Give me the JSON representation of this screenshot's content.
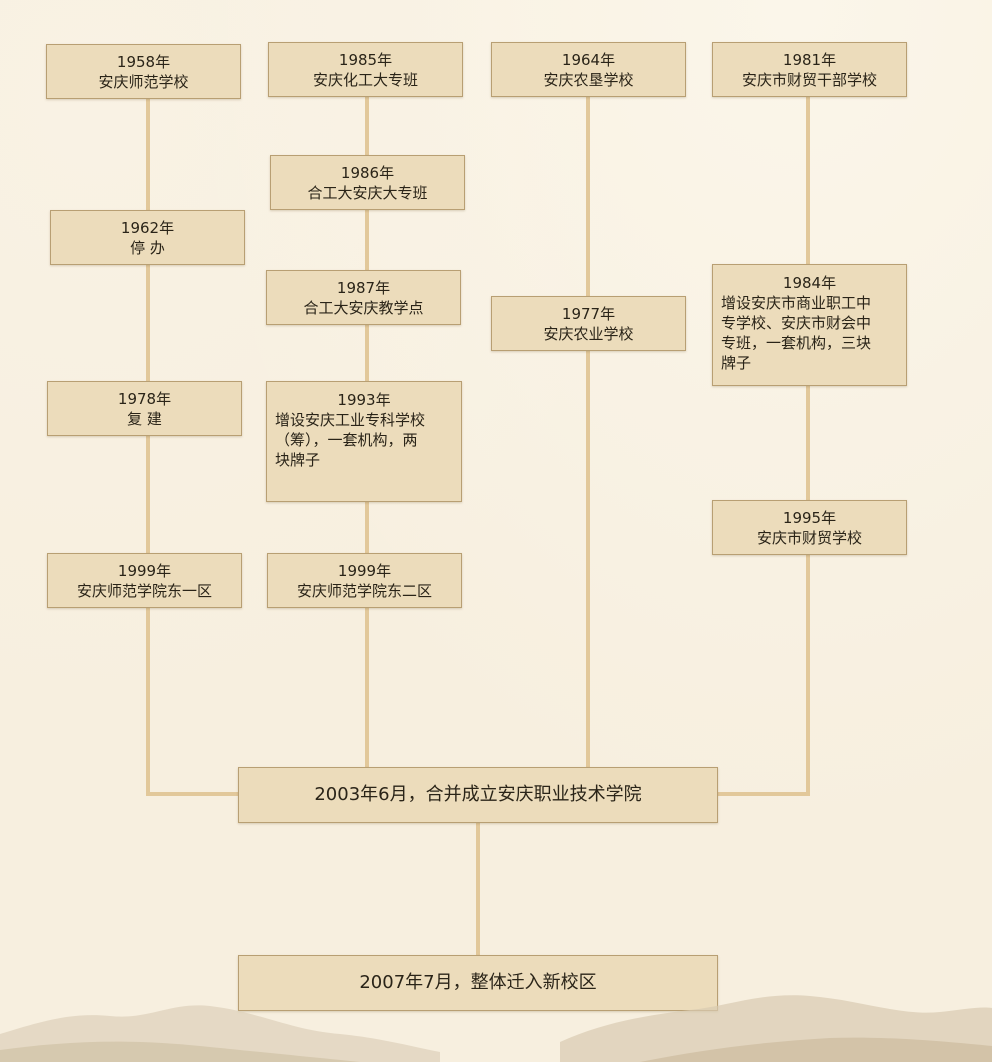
{
  "columns": [
    {
      "nodes": [
        {
          "lines": [
            "1958年",
            "安庆师范学校"
          ]
        },
        {
          "lines": [
            "1962年",
            "停 办"
          ]
        },
        {
          "lines": [
            "1978年",
            "复 建"
          ]
        },
        {
          "lines": [
            "1999年",
            "安庆师范学院东一区"
          ]
        }
      ]
    },
    {
      "nodes": [
        {
          "lines": [
            "1985年",
            "安庆化工大专班"
          ]
        },
        {
          "lines": [
            "1986年",
            "合工大安庆大专班"
          ]
        },
        {
          "lines": [
            "1987年",
            "合工大安庆教学点"
          ]
        },
        {
          "lines": [
            "1993年",
            "增设安庆工业专科学校",
            "（筹），一套机构，两",
            "块牌子"
          ]
        },
        {
          "lines": [
            "1999年",
            "安庆师范学院东二区"
          ]
        }
      ]
    },
    {
      "nodes": [
        {
          "lines": [
            "1964年",
            "安庆农垦学校"
          ]
        },
        {
          "lines": [
            "1977年",
            "安庆农业学校"
          ]
        }
      ]
    },
    {
      "nodes": [
        {
          "lines": [
            "1981年",
            "安庆市财贸干部学校"
          ]
        },
        {
          "lines": [
            "1984年",
            "增设安庆市商业职工中",
            "专学校、安庆市财会中",
            "专班，一套机构，三块",
            "牌子"
          ]
        },
        {
          "lines": [
            "1995年",
            "安庆市财贸学校"
          ]
        }
      ]
    }
  ],
  "merge": {
    "text": "2003年6月，合并成立安庆职业技术学院"
  },
  "final": {
    "text": "2007年7月，整体迁入新校区"
  },
  "colors": {
    "background": "#f7efdf",
    "box_fill": "#ecdcbb",
    "box_border": "#b89f73",
    "connector": "#e2c89a"
  }
}
